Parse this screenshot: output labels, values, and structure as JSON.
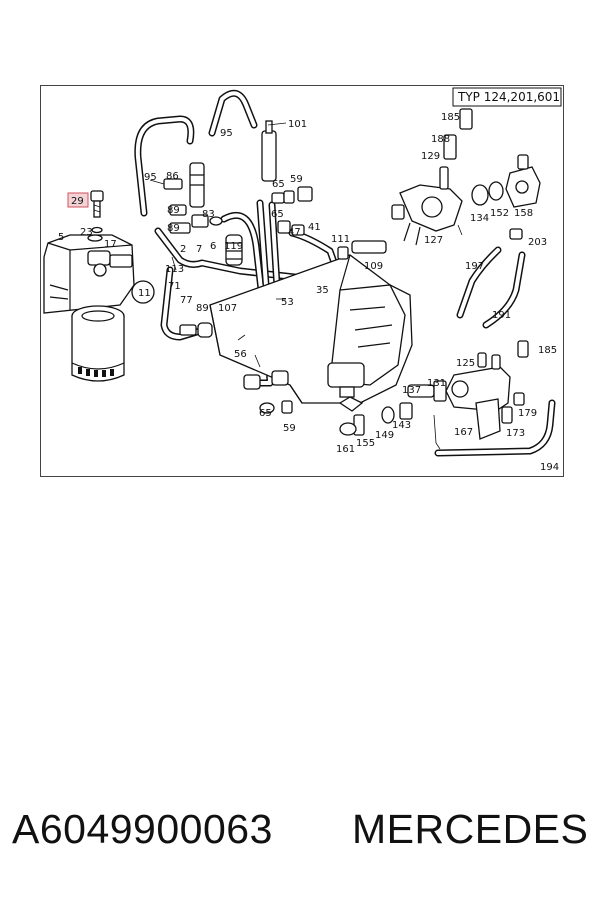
{
  "diagram": {
    "type_label": "TYP 124,201,601",
    "highlighted_callout": "29",
    "callouts": [
      "185",
      "101",
      "95",
      "188",
      "129",
      "95",
      "86",
      "65",
      "59",
      "89",
      "83",
      "89",
      "65",
      "47",
      "41",
      "127",
      "134",
      "152",
      "158",
      "203",
      "5",
      "23",
      "17",
      "2",
      "7",
      "6",
      "119",
      "111",
      "109",
      "197",
      "113",
      "11",
      "71",
      "35",
      "53",
      "77",
      "89",
      "107",
      "191",
      "56",
      "125",
      "185",
      "137",
      "131",
      "65",
      "59",
      "143",
      "149",
      "155",
      "161",
      "167",
      "173",
      "179",
      "194"
    ]
  },
  "footer": {
    "part_number": "A6049900063",
    "brand": "MERCEDES"
  }
}
